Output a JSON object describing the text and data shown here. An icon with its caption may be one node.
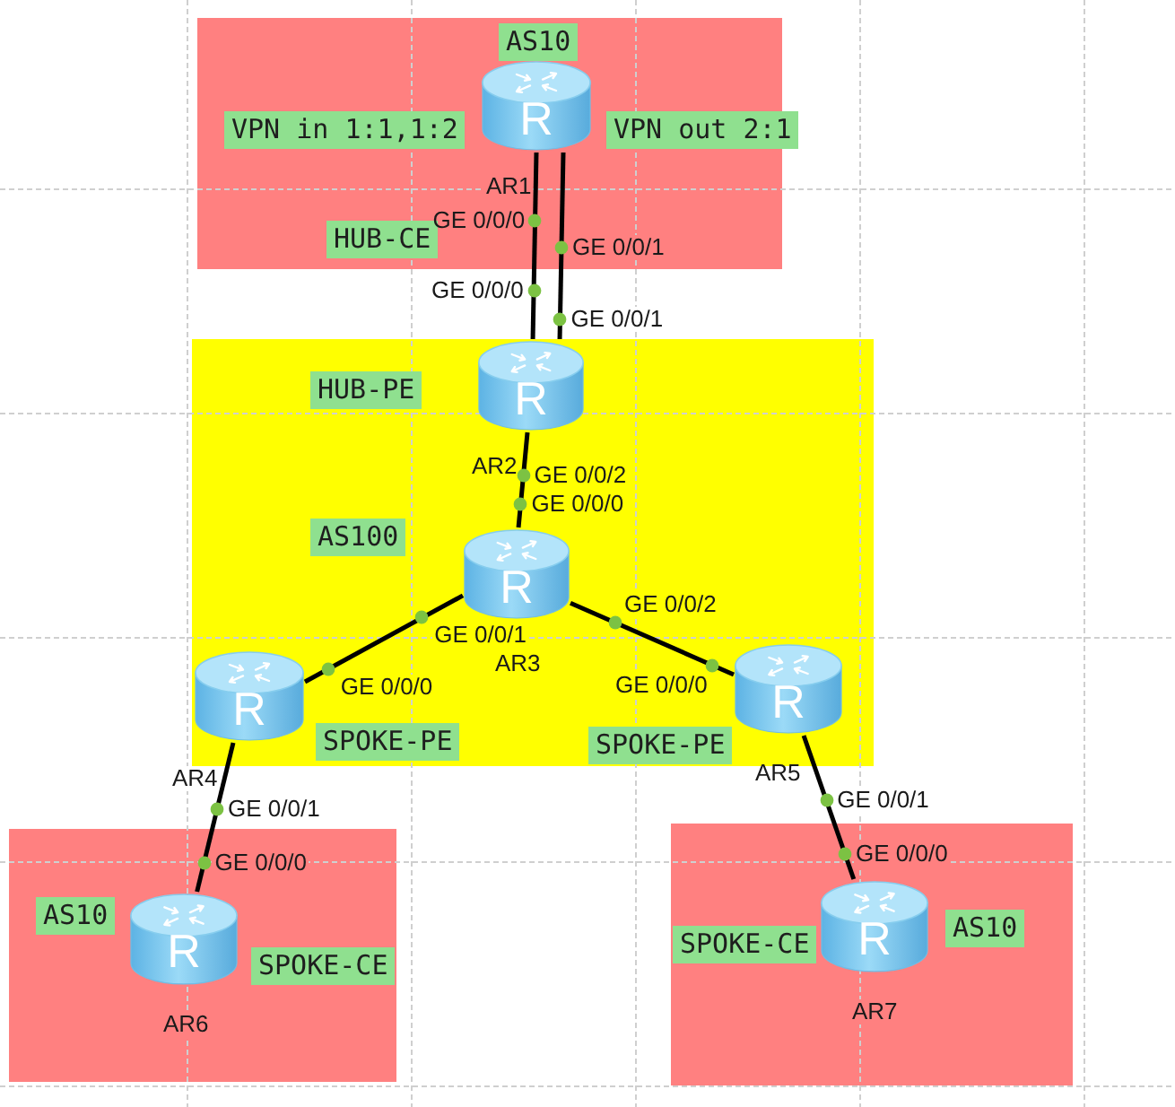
{
  "diagram": {
    "nodes": [
      {
        "text": [],
        "shape": "box"
      },
      {
        "text": [
          "AS10"
        ],
        "in": 0
      },
      {
        "text": [
          "VPN in 1:1,1:2"
        ],
        "in": 0
      },
      {
        "text": [
          "R"
        ],
        "beside": [
          "AR1"
        ],
        "in": 0
      },
      {
        "text": [
          "VPN out 2:1"
        ]
      },
      {
        "text": [
          "HUB-CE"
        ],
        "in": 0
      },
      {
        "text": [],
        "shape": "box"
      },
      {
        "text": [
          "R"
        ],
        "beside": [
          "AR2"
        ],
        "in": 6
      },
      {
        "text": [
          "HUB-PE"
        ],
        "in": 6
      },
      {
        "text": [
          "AS100"
        ],
        "in": 6
      },
      {
        "text": [
          "R"
        ],
        "beside": [
          "AR3"
        ],
        "in": 6
      },
      {
        "text": [
          "R"
        ],
        "beside": [
          "AR4"
        ],
        "in": 6
      },
      {
        "text": [
          "R"
        ],
        "beside": [
          "AR5"
        ],
        "in": 6
      },
      {
        "text": [
          "SPOKE-PE"
        ],
        "in": 6
      },
      {
        "text": [
          "SPOKE-PE"
        ],
        "in": 6
      },
      {
        "text": [],
        "shape": "box"
      },
      {
        "text": [],
        "shape": "box"
      },
      {
        "text": [
          "AS10"
        ],
        "in": 15
      },
      {
        "text": [
          "R"
        ],
        "beside": [
          "AR6"
        ],
        "in": 15
      },
      {
        "text": [
          "SPOKE-CE"
        ],
        "in": 15
      },
      {
        "text": [
          "SPOKE-CE"
        ],
        "in": 16
      },
      {
        "text": [
          "AS10"
        ],
        "in": 16
      },
      {
        "text": [
          "R"
        ],
        "beside": [
          "AR7"
        ],
        "in": 16
      }
    ],
    "edges": [
      {
        "from": 3,
        "to": 7,
        "arrow": "none"
      },
      {
        "from": 3,
        "to": 7,
        "arrow": "none"
      },
      {
        "from": 7,
        "to": 10,
        "arrow": "none"
      },
      {
        "from": 10,
        "to": 11,
        "arrow": "none"
      },
      {
        "from": 10,
        "to": 12,
        "arrow": "none"
      },
      {
        "from": 11,
        "to": 18,
        "arrow": "none"
      },
      {
        "from": 12,
        "to": 22,
        "arrow": "none"
      }
    ],
    "labels": [
      "GE 0/0/0",
      "GE 0/0/1",
      "GE 0/0/0",
      "GE 0/0/1",
      "GE 0/0/2",
      "GE 0/0/0",
      "GE 0/0/1",
      "GE 0/0/2",
      "GE 0/0/0",
      "GE 0/0/0",
      "GE 0/0/1",
      "GE 0/0/1",
      "GE 0/0/0",
      "GE 0/0/0"
    ]
  }
}
